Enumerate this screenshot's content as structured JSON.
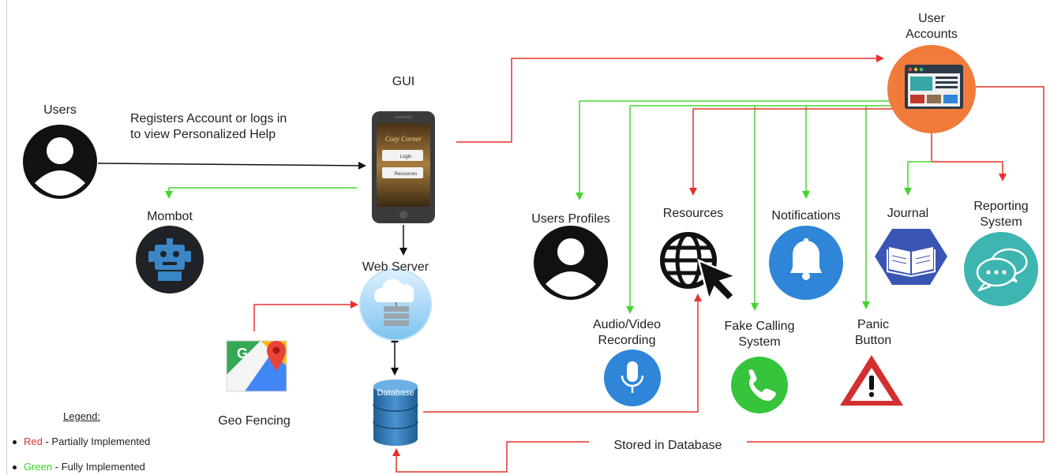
{
  "colors": {
    "red": "#e8302a",
    "green": "#45d62e",
    "black": "#111111",
    "accent_orange": "#f07b3a",
    "accent_blue": "#2f86d8",
    "accent_teal": "#3db5b0",
    "accent_indigo": "#3a55b4",
    "accent_green_phone": "#35c43c"
  },
  "labels": {
    "users": "Users",
    "registers": "Registers Account or logs in",
    "personalized": "to view Personalized Help",
    "gui": "GUI",
    "mombot": "Mombot",
    "web_server": "Web Server",
    "geo_fencing": "Geo Fencing",
    "database": "Database",
    "stored": "Stored in Database",
    "user_accounts_1": "User",
    "user_accounts_2": "Accounts",
    "users_profiles": "Users Profiles",
    "resources": "Resources",
    "notifications": "Notifications",
    "journal": "Journal",
    "reporting_1": "Reporting",
    "reporting_2": "System",
    "audio_1": "Audio/Video",
    "audio_2": "Recording",
    "fake_1": "Fake Calling",
    "fake_2": "System",
    "panic_1": "Panic",
    "panic_2": "Button"
  },
  "phone_screen": {
    "title": "Cozy Corner",
    "login": "Login",
    "resources": "Resources"
  },
  "legend": {
    "title": "Legend:",
    "red_word": "Red",
    "red_desc": " - Partially Implemented",
    "green_word": "Green",
    "green_desc": " - Fully Implemented"
  },
  "icons": [
    "user-avatar-icon",
    "robot-icon",
    "smartphone-icon",
    "cloud-server-icon",
    "google-maps-icon",
    "database-icon",
    "browser-window-icon",
    "globe-cursor-icon",
    "bell-icon",
    "book-icon",
    "chat-bubbles-icon",
    "microphone-icon",
    "phone-handset-icon",
    "warning-triangle-icon"
  ]
}
